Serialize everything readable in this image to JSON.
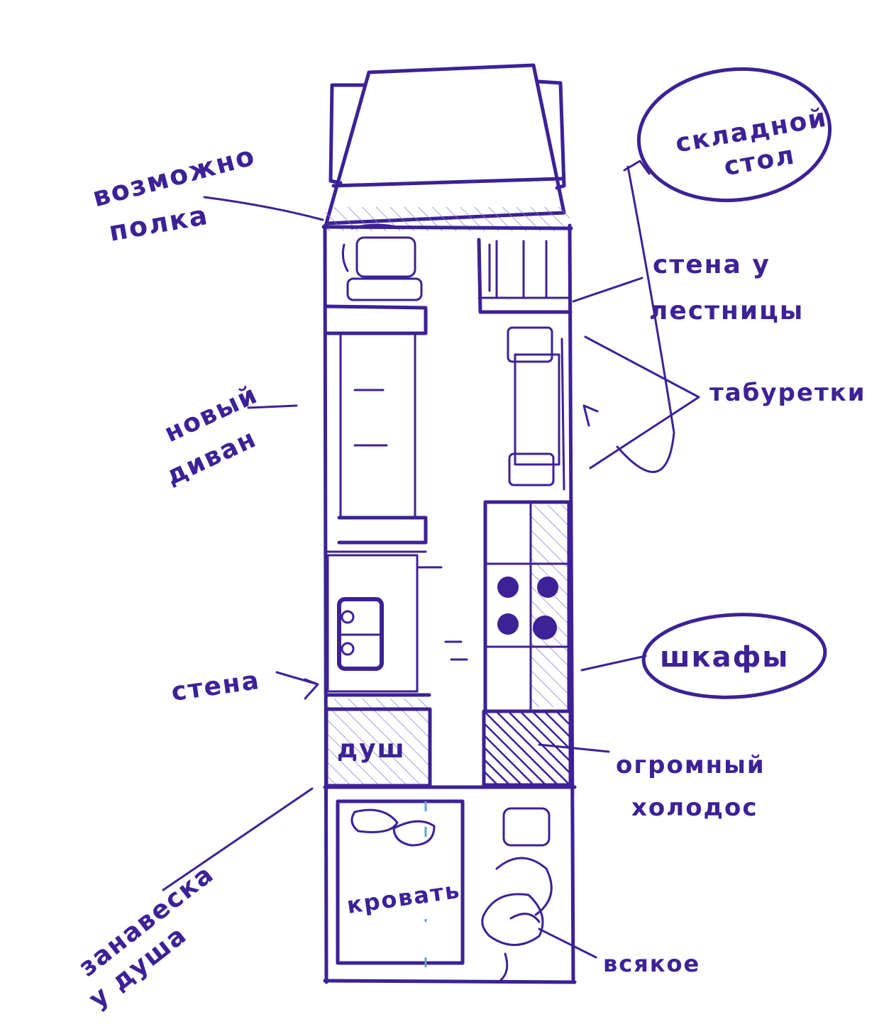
{
  "labels": {
    "shelf": [
      "возможно",
      "полка"
    ],
    "folding_table": [
      "складной",
      "стол"
    ],
    "stair_wall": [
      "стена у",
      "лестницы"
    ],
    "stools": "табуретки",
    "sofa": [
      "новый",
      "диван"
    ],
    "cabinets": "шкафы",
    "wall": "стена",
    "shower": "душ",
    "fridge": [
      "огромный",
      "холодос"
    ],
    "curtain": [
      "занавеска",
      "у душа"
    ],
    "bed": "кровать",
    "misc": "всякое"
  },
  "colors": {
    "ink": "#3d2196",
    "background": "#ffffff"
  }
}
